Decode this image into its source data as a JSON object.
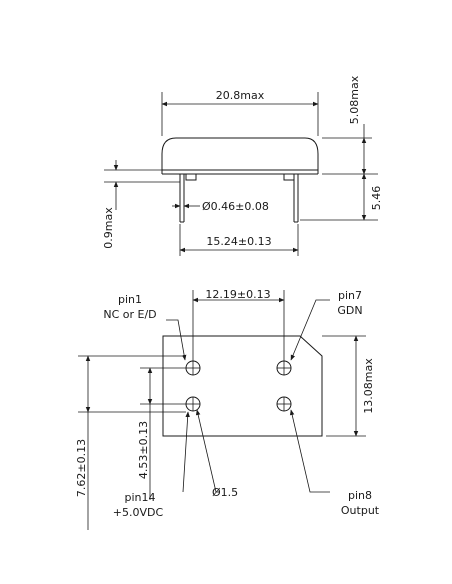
{
  "side_view": {
    "width_max": "20.8max",
    "height_max": "5.08max",
    "pin_diameter": "Ø0.46±0.08",
    "standoff": "0.9max",
    "pin_length": "5.46",
    "pin_pitch": "15.24±0.13"
  },
  "bottom_view": {
    "pin_spacing_x": "12.19±0.13",
    "body_height_max": "13.08max",
    "pin_spacing_y_outer": "7.62±0.13",
    "pin_spacing_y_inner": "4.53±0.13",
    "hole_diameter": "Ø1.5"
  },
  "pins": {
    "pin1": {
      "name": "pin1",
      "function": "NC or E/D"
    },
    "pin7": {
      "name": "pin7",
      "function": "GDN"
    },
    "pin8": {
      "name": "pin8",
      "function": "Output"
    },
    "pin14": {
      "name": "pin14",
      "function": "+5.0VDC"
    }
  }
}
